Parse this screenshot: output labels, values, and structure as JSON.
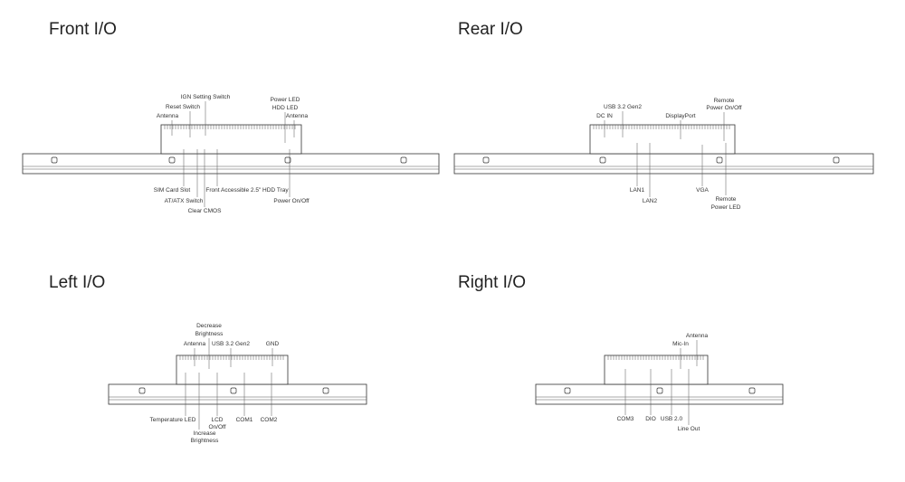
{
  "sections": {
    "front": {
      "title": "Front I/O",
      "labels": [
        "IGN Setting Switch",
        "Reset Switch",
        "Antenna",
        "Power LED",
        "HDD LED",
        "Antenna",
        "SIM Card Slot",
        "AT/ATX Switch",
        "Clear CMOS",
        "Front Accessible 2.5\" HDD Tray",
        "Power On/Off"
      ]
    },
    "rear": {
      "title": "Rear I/O",
      "labels": [
        "USB 3.2 Gen2",
        "DC IN",
        "DisplayPort",
        "Remote",
        "Power On/Off",
        "LAN1",
        "LAN2",
        "VGA",
        "Remote",
        "Power LED"
      ]
    },
    "left": {
      "title": "Left I/O",
      "labels": [
        "Decrease",
        "Brightness",
        "Antenna",
        "USB 3.2 Gen2",
        "GND",
        "Temperature LED",
        "LCD",
        "On/Off",
        "COM1",
        "COM2",
        "Increase",
        "Brightness"
      ]
    },
    "right": {
      "title": "Right I/O",
      "labels": [
        "Antenna",
        "Mic-In",
        "COM3",
        "DIO",
        "USB 2.0",
        "Line Out"
      ]
    }
  }
}
